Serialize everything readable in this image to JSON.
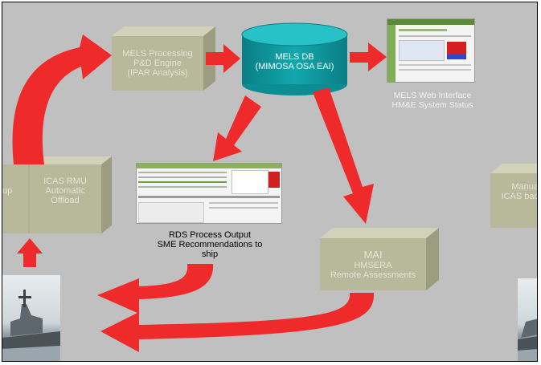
{
  "diagram": {
    "processing_box": {
      "line1": "MELS Processing",
      "line2": "P&D Engine",
      "line3": "(IPAR Analysis)"
    },
    "database": {
      "line1": "MELS DB",
      "line2": "(MIMOSA OSA EAI)"
    },
    "web_interface_caption": {
      "line1": "MELS Web Interface",
      "line2": "HM&E System Status"
    },
    "icas_rmu_box": {
      "line1": "ICAS RMU",
      "line2": "Automatic",
      "line3": "Offload"
    },
    "left_partial_box": {
      "text": "up"
    },
    "right_partial_box": {
      "line1": "Manua",
      "line2": "ICAS bac"
    },
    "rds_caption": {
      "line1": "RDS Process Output",
      "line2": "SME Recommendations to",
      "line3": "ship"
    },
    "mai_box": {
      "line1": "MAI",
      "line2": "HMSERA",
      "line3": "Remote Assessments"
    }
  },
  "colors": {
    "background": "#c0c0c0",
    "box_fill": "#b8b89a",
    "box_text": "#e4e4d8",
    "database_fill": "#0e9aa0",
    "arrow_fill": "#ee2a2a"
  }
}
